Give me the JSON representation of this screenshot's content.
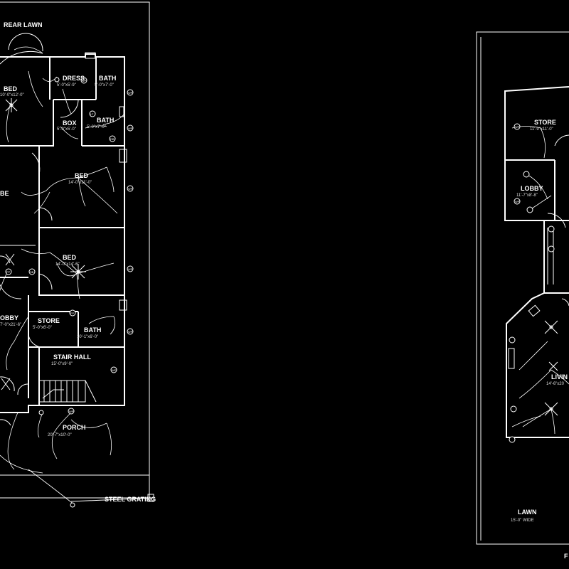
{
  "plans": {
    "left": {
      "site_labels": {
        "rear_lawn": "REAR LAWN",
        "steel_grating": "STEEL GRATING"
      },
      "rooms": {
        "bed_top": {
          "name": "BED",
          "dim": "10'-0\"x12'-0\""
        },
        "dress": {
          "name": "DRESS",
          "dim": "5'-0\"x5'-9\""
        },
        "bath_top": {
          "name": "BATH",
          "dim": "5'-0\"x7'-0\""
        },
        "box": {
          "name": "BOX",
          "dim": "5'-0\"x5'-0\""
        },
        "bath_mid": {
          "name": "BATH",
          "dim": "5'-0\"x7'-0\""
        },
        "bed_mid": {
          "name": "BED",
          "dim": "14'-0\"x11'-0\""
        },
        "robe": {
          "name": "BE",
          "dim": ""
        },
        "bed_low": {
          "name": "BED",
          "dim": "14'-0\"x14'-6\""
        },
        "lobby": {
          "name": "OBBY",
          "dim": "7'-0\"x21'-6\""
        },
        "store": {
          "name": "STORE",
          "dim": "5'-0\"x6'-0\""
        },
        "bath_low": {
          "name": "BATH",
          "dim": "10'-1\"x6'-0\""
        },
        "stair_hall": {
          "name": "STAIR HALL",
          "dim": "15'-0\"x9'-0\""
        },
        "porch": {
          "name": "PORCH",
          "dim": "20'-7\"x10'-0\""
        }
      }
    },
    "right": {
      "rooms": {
        "store": {
          "name": "STORE",
          "dim": "11'-9\"x11'-0\""
        },
        "lobby": {
          "name": "LOBBY",
          "dim": "11'-7\"x8'-8\""
        },
        "living": {
          "name": "LIVIN",
          "dim": "14'-6\"x20"
        }
      },
      "site_labels": {
        "lawn": "LAWN",
        "lawn_dim": "15'-0\" WIDE",
        "edge_letter": "F"
      }
    }
  },
  "symbol_codes": {
    "fan_point": "FP",
    "wall_point": "WP",
    "switch_board": "SB",
    "dist_board": "DB",
    "bell": "BL",
    "light": "LT"
  }
}
